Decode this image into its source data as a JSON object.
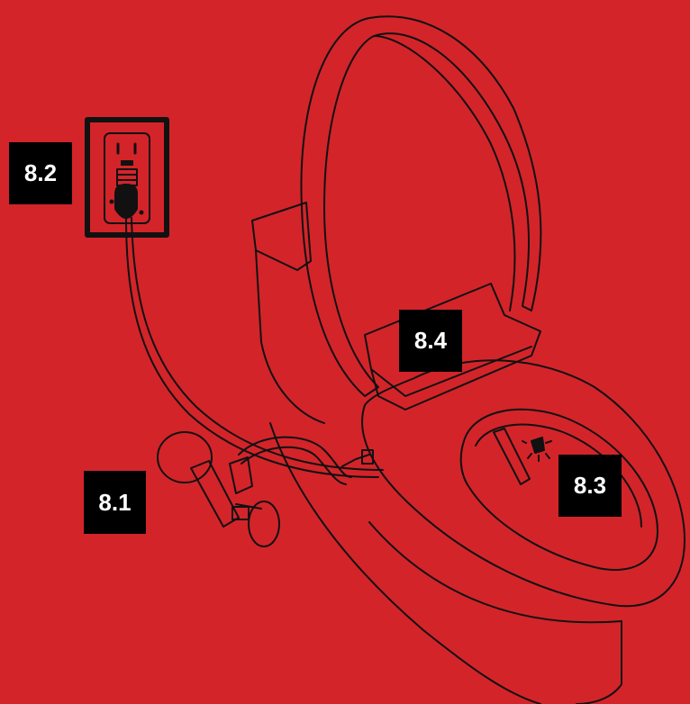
{
  "labels": {
    "step_8_1": "8.1",
    "step_8_2": "8.2",
    "step_8_3": "8.3",
    "step_8_4": "8.4"
  },
  "colors": {
    "background": "#D3242A",
    "line": "#111111",
    "label_bg": "#000000",
    "label_text": "#FFFFFF"
  }
}
